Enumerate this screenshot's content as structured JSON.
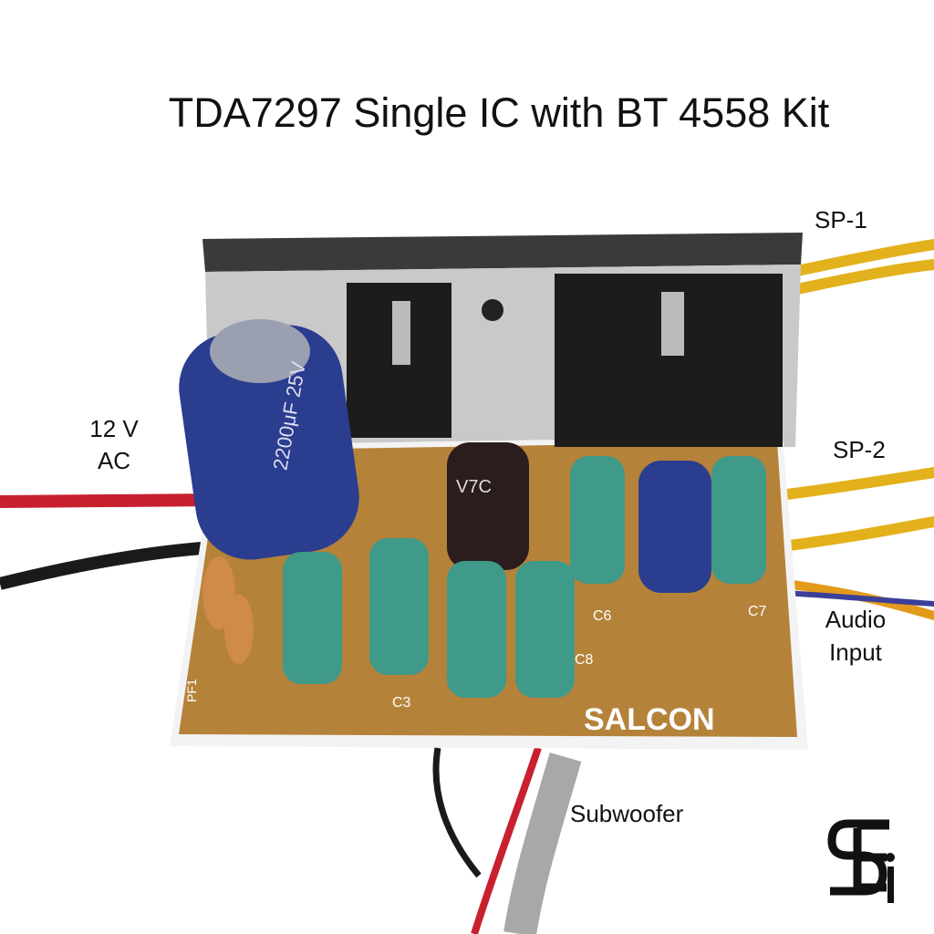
{
  "title": "TDA7297 Single IC with BT 4558 Kit",
  "labels": {
    "sp1": "SP-1",
    "sp2": "SP-2",
    "power_line1": "12 V",
    "power_line2": "AC",
    "audio_line1": "Audio",
    "audio_line2": "Input",
    "subwoofer": "Subwoofer"
  },
  "board": {
    "brand": "SALCON",
    "silkscreen": [
      "C3",
      "C6",
      "C7",
      "C8",
      "PF1"
    ],
    "capacitor_marks": [
      "2200μF 25V",
      "V7C"
    ]
  },
  "logo": "SEi",
  "colors": {
    "pcb": "#b5823a",
    "heatsink": "#c9c9c9",
    "wire_yellow": "#e3b11c",
    "wire_red": "#c8202e",
    "cap_green": "#3f9a8a",
    "cap_blue": "#2a3d8f"
  }
}
